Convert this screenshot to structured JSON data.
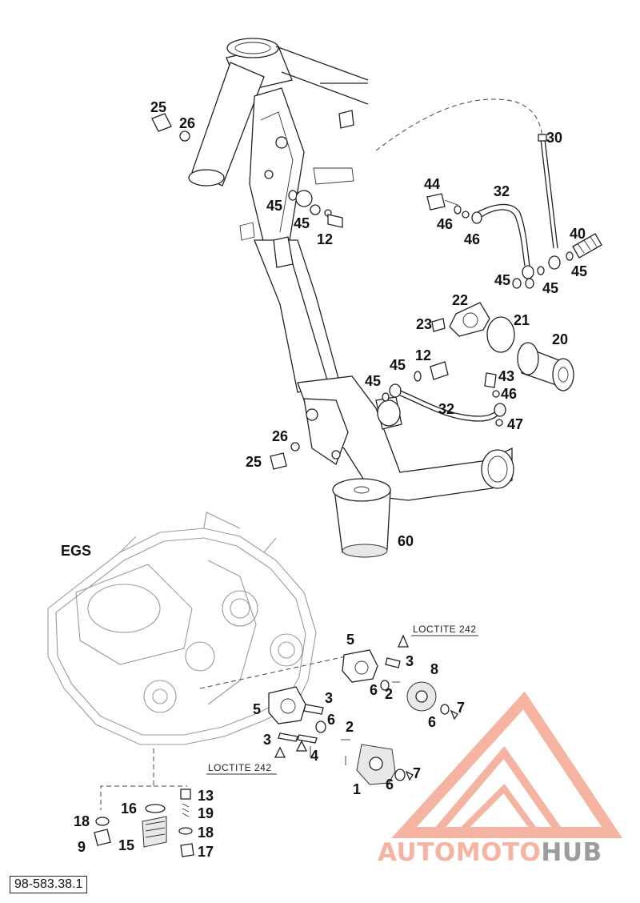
{
  "diagram": {
    "section_label": "EGS",
    "document_number": "98-583.38.1",
    "notes": [
      "LOCTITE 242",
      "LOCTITE 242"
    ],
    "callouts": [
      "25",
      "26",
      "45",
      "45",
      "12",
      "44",
      "32",
      "30",
      "46",
      "46",
      "40",
      "45",
      "45",
      "45",
      "22",
      "23",
      "21",
      "20",
      "12",
      "45",
      "45",
      "43",
      "46",
      "32",
      "47",
      "26",
      "25",
      "60",
      "5",
      "3",
      "8",
      "6",
      "2",
      "5",
      "3",
      "6",
      "7",
      "6",
      "2",
      "3",
      "4",
      "1",
      "6",
      "7",
      "13",
      "16",
      "18",
      "19",
      "9",
      "15",
      "18",
      "17"
    ]
  },
  "watermark": {
    "part1": "AUTOMOTO",
    "part2": "HUB",
    "colors": {
      "accent": "#f07e63",
      "light": "#f4a791",
      "dark": "#8b8b8b"
    }
  }
}
